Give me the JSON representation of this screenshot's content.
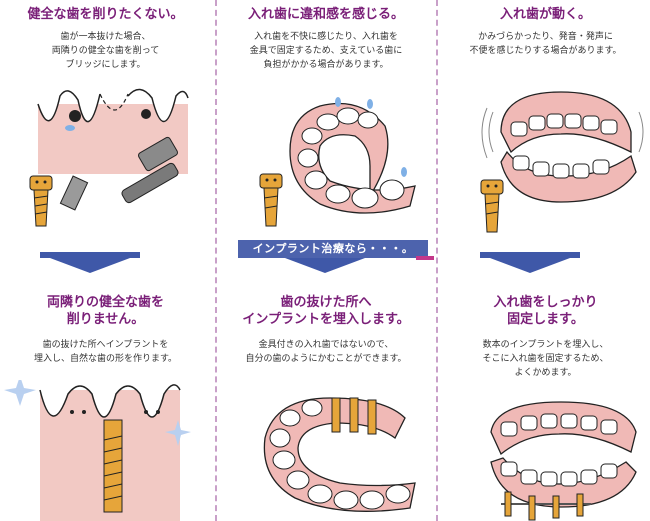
{
  "top": [
    {
      "title": [
        "健全な歯を削りたくない。"
      ],
      "desc": [
        "歯が一本抜けた場合、",
        "両隣りの健全な歯を削って",
        "ブリッジにします。"
      ]
    },
    {
      "title": [
        "入れ歯に違和感を感じる。"
      ],
      "desc": [
        "入れ歯を不快に感じたり、入れ歯を",
        "金具で固定するため、支えている歯に",
        "負担がかかる場合があります。"
      ]
    },
    {
      "title": [
        "入れ歯が動く。"
      ],
      "desc": [
        "かみづらかったり、発音・発声に",
        "不便を感じたりする場合があります。"
      ]
    }
  ],
  "banner": "インプラント治療なら・・・。",
  "bottom": [
    {
      "title": [
        "両隣りの健全な歯を",
        "削りません。"
      ],
      "desc": [
        "歯の抜けた所へインプラントを",
        "埋入し、自然な歯の形を作ります。"
      ]
    },
    {
      "title": [
        "歯の抜けた所へ",
        "インプラントを埋入します。"
      ],
      "desc": [
        "金具付きの入れ歯ではないので、",
        "自分の歯のようにかむことができます。"
      ]
    },
    {
      "title": [
        "入れ歯をしっかり",
        "固定します。"
      ],
      "desc": [
        "数本のインプラントを埋入し、",
        "そこに入れ歯を固定するため、",
        "よくかめます。"
      ]
    }
  ],
  "colors": {
    "title": "#7a1f78",
    "banner": "#4d63ad",
    "gum": "#f2c9c4",
    "implant": "#e6a53a",
    "divider": "#c9a0c9"
  }
}
